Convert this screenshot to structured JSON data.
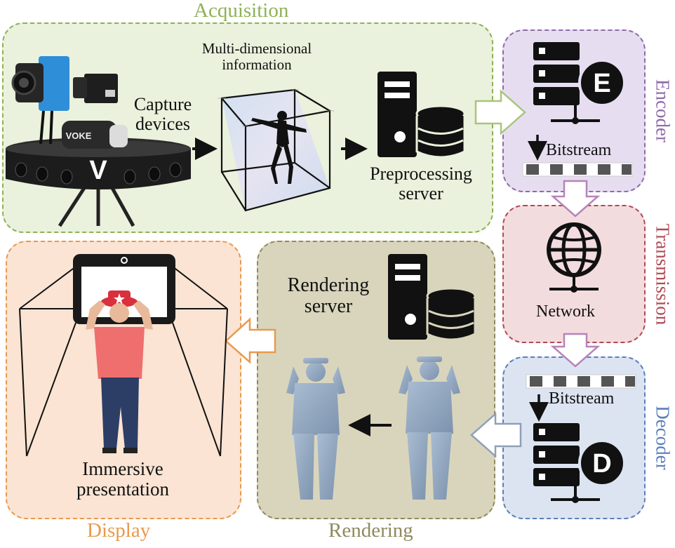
{
  "stages": {
    "acquisition": {
      "title": "Acquisition",
      "color": "#8db254",
      "fill": "#eaf1dc"
    },
    "encoder": {
      "title": "Encoder",
      "color": "#8e6aaa",
      "fill": "#e6def0"
    },
    "transmission": {
      "title": "Transmission",
      "color": "#b04a55",
      "fill": "#f3dcde"
    },
    "decoder": {
      "title": "Decoder",
      "color": "#5b7fba",
      "fill": "#dce4f1"
    },
    "rendering": {
      "title": "Rendering",
      "color": "#8f8a5e",
      "fill": "#d9d5bc"
    },
    "display": {
      "title": "Display",
      "color": "#e89a4e",
      "fill": "#fbe4d3"
    }
  },
  "labels": {
    "capture": "Capture devices",
    "multidim": "Multi-dimensional information",
    "preprocess": "Preprocessing server",
    "encoder_bitstream": "Bitstream",
    "network": "Network",
    "decoder_bitstream": "Bitstream",
    "render_server": "Rendering server",
    "immersive": "Immersive presentation"
  },
  "devices": {
    "headset_brand": "VOKE",
    "rig_logo": "V"
  },
  "server_badges": {
    "encoder": "E",
    "decoder": "D"
  }
}
